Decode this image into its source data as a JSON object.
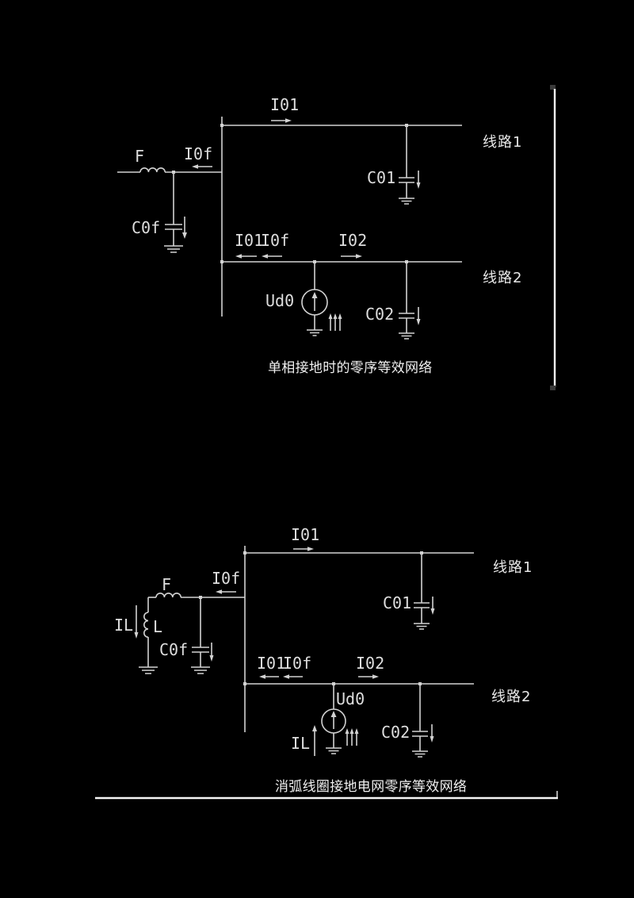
{
  "colors": {
    "background": "#000000",
    "stroke": "#d2d2d2",
    "bright_stroke": "#f5f5f5",
    "text": "#dedede"
  },
  "diagram1": {
    "caption": "单相接地时的零序等效网络",
    "labels": {
      "i01_top": "I01",
      "i0f": "I0f",
      "f": "F",
      "c0f": "C0f",
      "c01": "C01",
      "line1": "线路1",
      "i01_bus2": "I01",
      "i0f_bus2": "I0f",
      "i02": "I02",
      "ud0": "Ud0",
      "c02": "C02",
      "line2": "线路2"
    }
  },
  "diagram2": {
    "caption": "消弧线圈接地电网零序等效网络",
    "labels": {
      "i01_top": "I01",
      "i0f": "I0f",
      "f": "F",
      "il_coil": "IL",
      "l": "L",
      "c0f": "C0f",
      "c01": "C01",
      "line1": "线路1",
      "i01_bus2": "I01",
      "i0f_bus2": "I0f",
      "i02": "I02",
      "ud0": "Ud0",
      "il_source": "IL",
      "c02": "C02",
      "line2": "线路2"
    }
  }
}
